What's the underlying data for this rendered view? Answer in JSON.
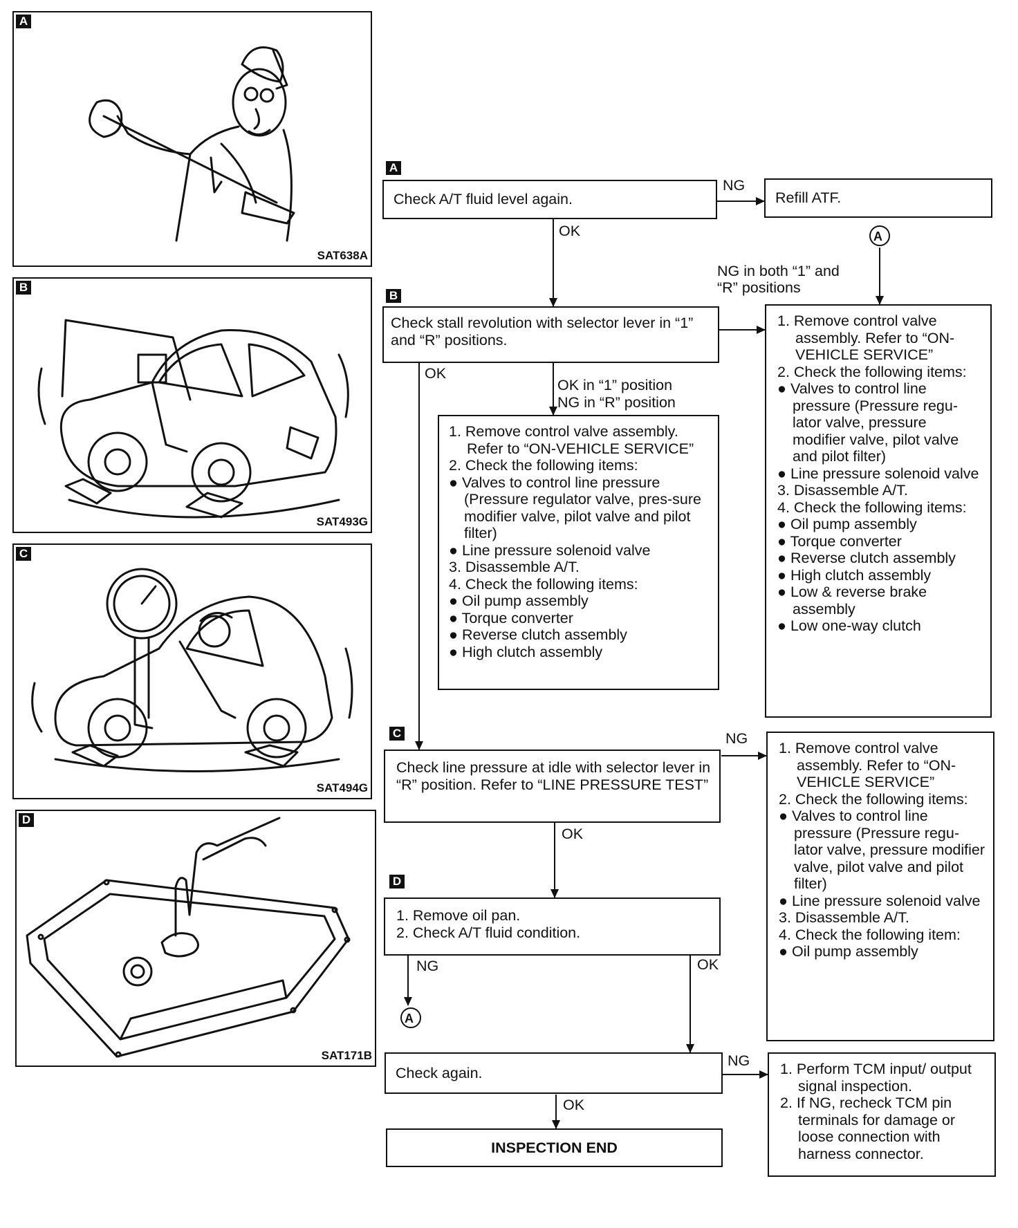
{
  "panels": [
    {
      "tag": "A",
      "code": "SAT638A"
    },
    {
      "tag": "B",
      "code": "SAT493G"
    },
    {
      "tag": "C",
      "code": "SAT494G"
    },
    {
      "tag": "D",
      "code": "SAT171B"
    }
  ],
  "flow": {
    "stepA": {
      "tag": "A",
      "text": "Check A/T fluid level again."
    },
    "refill": "Refill ATF.",
    "stepB": {
      "tag": "B",
      "text": "Check stall revolution with selector lever in “1” and “R” positions."
    },
    "stepC": {
      "tag": "C",
      "text": "Check line pressure at idle with selector lever in “R” position. Refer to “LINE PRESSURE TEST”"
    },
    "stepD": {
      "tag": "D",
      "items": [
        "1. Remove oil pan.",
        "2. Check A/T fluid condition."
      ]
    },
    "checkAgain": "Check again.",
    "end": "INSPECTION END",
    "labels": {
      "ngA": "NG",
      "okA": "OK",
      "ngBoth": "NG in both “1” and “R” positions",
      "okB": "OK",
      "ok1": "OK in “1” position",
      "ngR": "NG in “R” position",
      "ngC": "NG",
      "okC": "OK",
      "ngD": "NG",
      "okD": "OK",
      "ngE": "NG",
      "okE": "OK",
      "connectorTop": "A",
      "connectorBottom": "A"
    },
    "boxMid": [
      {
        "k": "n",
        "t": "1. Remove control valve assembly. Refer to “ON-VEHICLE SERVICE”"
      },
      {
        "k": "n",
        "t": "2. Check the following items:"
      },
      {
        "k": "b",
        "t": "● Valves to control line pressure (Pressure regulator valve, pres-sure modifier valve, pilot valve and pilot filter)"
      },
      {
        "k": "b",
        "t": "● Line pressure solenoid valve"
      },
      {
        "k": "n",
        "t": "3. Disassemble A/T."
      },
      {
        "k": "n",
        "t": "4. Check the following items:"
      },
      {
        "k": "b",
        "t": "● Oil pump assembly"
      },
      {
        "k": "b",
        "t": "● Torque converter"
      },
      {
        "k": "b",
        "t": "● Reverse clutch assembly"
      },
      {
        "k": "b",
        "t": "● High clutch assembly"
      }
    ],
    "boxRight1": [
      {
        "k": "n",
        "t": "1. Remove control valve assembly. Refer to “ON-VEHICLE SERVICE”"
      },
      {
        "k": "n",
        "t": "2. Check the following items:"
      },
      {
        "k": "b",
        "t": "● Valves to control line pressure (Pressure regu-lator valve, pressure modifier valve, pilot valve and pilot filter)"
      },
      {
        "k": "b",
        "t": "● Line pressure solenoid valve"
      },
      {
        "k": "n",
        "t": "3. Disassemble A/T."
      },
      {
        "k": "n",
        "t": "4. Check the following items:"
      },
      {
        "k": "b",
        "t": "● Oil pump assembly"
      },
      {
        "k": "b",
        "t": "● Torque converter"
      },
      {
        "k": "b",
        "t": "● Reverse clutch assembly"
      },
      {
        "k": "b",
        "t": "● High clutch assembly"
      },
      {
        "k": "b",
        "t": "● Low & reverse brake assembly"
      },
      {
        "k": "b",
        "t": "● Low one-way clutch"
      }
    ],
    "boxRight2": [
      {
        "k": "n",
        "t": "1. Remove control valve assembly. Refer to “ON-VEHICLE SERVICE”"
      },
      {
        "k": "n",
        "t": "2. Check the following items:"
      },
      {
        "k": "b",
        "t": "● Valves to control line pressure (Pressure regu-lator valve, pressure modifier valve, pilot valve and pilot filter)"
      },
      {
        "k": "b",
        "t": "● Line pressure solenoid valve"
      },
      {
        "k": "n",
        "t": "3. Disassemble A/T."
      },
      {
        "k": "n",
        "t": "4. Check the following item:"
      },
      {
        "k": "b",
        "t": "● Oil pump assembly"
      }
    ],
    "boxRight3": [
      {
        "k": "n",
        "t": "1. Perform TCM input/ output signal inspection."
      },
      {
        "k": "n",
        "t": "2. If NG, recheck TCM pin terminals for damage or loose connection with harness connector."
      }
    ]
  }
}
